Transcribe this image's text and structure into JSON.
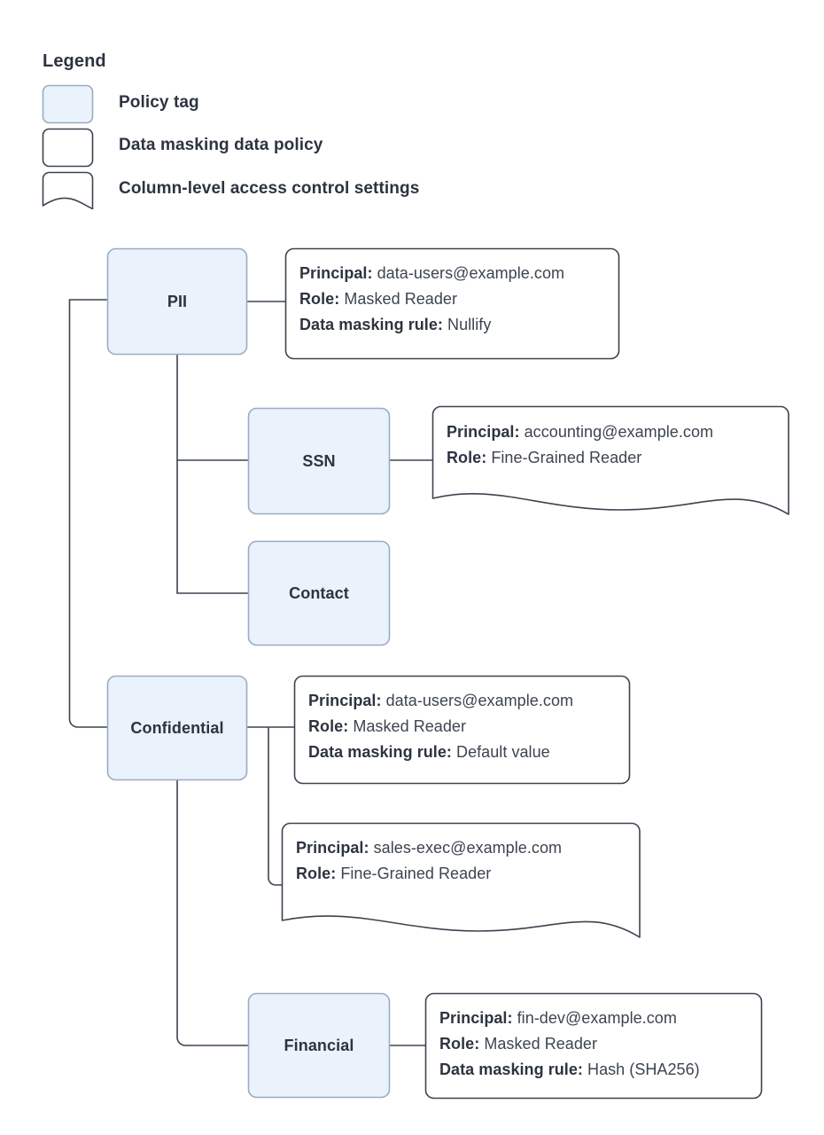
{
  "legend": {
    "title": "Legend",
    "items": [
      {
        "shape": "policy-tag-swatch",
        "label": "Policy tag"
      },
      {
        "shape": "data-policy-swatch",
        "label": "Data masking data policy"
      },
      {
        "shape": "access-control-swatch",
        "label": "Column-level access control settings"
      }
    ]
  },
  "colors": {
    "tag_fill": "#eaf2fc",
    "tag_stroke": "#9aacc4",
    "box_stroke": "#3c4450",
    "connector": "#3c4450",
    "text": "#2d3440"
  },
  "nodes": {
    "pii": "PII",
    "ssn": "SSN",
    "contact": "Contact",
    "confidential": "Confidential",
    "financial": "Financial"
  },
  "labels": {
    "principal": "Principal:",
    "role": "Role:",
    "masking_rule": "Data masking rule:"
  },
  "details": {
    "pii": {
      "kind": "data-masking-data-policy",
      "principal": "data-users@example.com",
      "role": "Masked Reader",
      "masking_rule": "Nullify"
    },
    "ssn": {
      "kind": "column-level-access-control-settings",
      "principal": "accounting@example.com",
      "role": "Fine-Grained Reader"
    },
    "confidential": {
      "kind": "data-masking-data-policy",
      "principal": "data-users@example.com",
      "role": "Masked Reader",
      "masking_rule": "Default value"
    },
    "sales_exec": {
      "kind": "column-level-access-control-settings",
      "principal": "sales-exec@example.com",
      "role": "Fine-Grained Reader"
    },
    "financial": {
      "kind": "data-masking-data-policy",
      "principal": "fin-dev@example.com",
      "role": "Masked Reader",
      "masking_rule": "Hash (SHA256)"
    }
  }
}
